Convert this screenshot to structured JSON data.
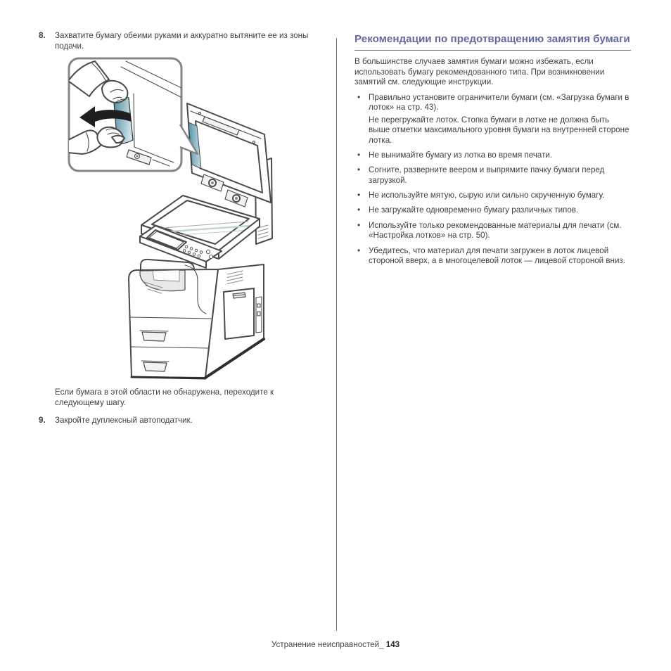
{
  "left": {
    "step8": {
      "number": "8.",
      "text": "Захватите бумагу обеими руками и аккуратно вытяните ее из зоны подачи."
    },
    "note": "Если бумага в этой области не обнаружена, переходите к следующему шагу.",
    "step9": {
      "number": "9.",
      "text": "Закройте дуплексный автоподатчик."
    }
  },
  "figure": {
    "name": "printer-paper-jam-removal-illustration",
    "inset_arrow_icon": "left-arrow",
    "jammed_paper": "teal-paper-strip"
  },
  "right": {
    "heading": "Рекомендации по предотвращению замятия бумаги",
    "intro": "В большинстве случаев замятия бумаги можно избежать, если использовать бумагу рекомендованного типа. При возникновении замятий см. следующие инструкции.",
    "bullets": [
      {
        "text": "Правильно установите ограничители бумаги (см. «Загрузка бумаги в лоток» на стр. 43).",
        "subtext": "Не перегружайте лоток. Стопка бумаги в лотке не должна быть выше отметки максимального уровня бумаги на внутренней стороне лотка."
      },
      {
        "text": "Не вынимайте бумагу из лотка во время печати."
      },
      {
        "text": "Согните, разверните веером и выпрямите пачку бумаги перед загрузкой."
      },
      {
        "text": "Не используйте мятую, сырую или сильно скрученную бумагу."
      },
      {
        "text": "Не загружайте одновременно бумагу различных типов."
      },
      {
        "text": "Используйте только рекомендованные материалы для печати (см. «Настройка лотков» на стр. 50)."
      },
      {
        "text": "Убедитесь, что материал для печати загружен в лоток лицевой стороной вверх, а в многоцелевой лоток — лицевой стороной вниз."
      }
    ]
  },
  "footer": {
    "label": "Устранение неисправностей_",
    "page": "143"
  },
  "colors": {
    "heading_accent": "#6467a8",
    "divider": "#6b6da9",
    "body_text": "#3f3f3f",
    "line_art_gray": "#4a4a4a",
    "inset_border_gray": "#858585",
    "jam_paper_teal_dark": "#4a8a9e",
    "jam_paper_teal_light": "#cde3e9",
    "arrow_black": "#1f1f1f"
  }
}
